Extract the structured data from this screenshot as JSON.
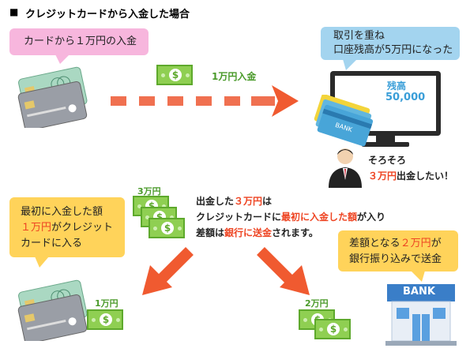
{
  "title": "クレジットカードから入金した場合",
  "title_bullet": "■",
  "bubble_deposit": "カードから１万円の入金",
  "bubble_balance": [
    "取引を重ね",
    "口座残高が5万円になった"
  ],
  "screen": {
    "label": "残高",
    "amount": "50,000"
  },
  "bank_card_label": "BANK",
  "label_top_bill": "1万円入金",
  "person": {
    "line1": "そろそろ",
    "line2_red": "３万円",
    "line2_rest": "出金したい！"
  },
  "label_stack": "3万円",
  "center_text": {
    "l1_a": "出金した",
    "l1_red": "３万円",
    "l1_b": "は",
    "l2_a": "クレジットカードに",
    "l2_red": "最初に入金した額",
    "l2_b": "が入り",
    "l3_a": "差額",
    "l3_b": "は",
    "l3_red": "銀行に送金",
    "l3_c": "されます。"
  },
  "bubble_left": {
    "l1": "最初に入金した額",
    "l2_red": "１万円",
    "l2_b": "がクレジット",
    "l3": "カードに入る"
  },
  "bubble_right": {
    "l1_a": "差額となる",
    "l1_red": "２万円",
    "l1_b": "が",
    "l2": "銀行振り込みで送金"
  },
  "label_bottom_left": "1万円",
  "label_bottom_right": "2万円",
  "bank_building_label": "BANK",
  "colors": {
    "red": "#ee4422",
    "green": "#4a9a2a",
    "pink": "#f7b6dd",
    "blue": "#a3d4ef",
    "yellow": "#ffd35a",
    "bill": "#8fcf52"
  }
}
